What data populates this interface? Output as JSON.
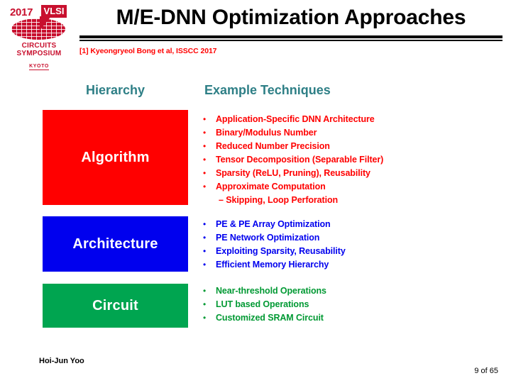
{
  "logo": {
    "year": "2017",
    "badge": "VLSI",
    "line1": "CIRCUITS",
    "line2": "SYMPOSIUM",
    "city": "KYOTO",
    "color": "#c8102e"
  },
  "header": {
    "title": "M/E-DNN Optimization Approaches",
    "citation": "[1] Kyeongryeol Bong et al, ISSCC 2017",
    "citation_color": "#ff0000"
  },
  "columns": {
    "hierarchy_label": "Hierarchy",
    "techniques_label": "Example Techniques",
    "header_color": "#2E7F86"
  },
  "levels": [
    {
      "name": "Algorithm",
      "color": "#FF0000",
      "text_color": "#FF0000",
      "bullets": [
        {
          "text": "Application-Specific DNN Architecture",
          "marker": "•",
          "sub": false
        },
        {
          "text": "Binary/Modulus Number",
          "marker": "•",
          "sub": false
        },
        {
          "text": "Reduced Number Precision",
          "marker": "•",
          "sub": false
        },
        {
          "text": "Tensor Decomposition (Separable Filter)",
          "marker": "•",
          "sub": false
        },
        {
          "text": "Sparsity (ReLU, Pruning), Reusability",
          "marker": "•",
          "sub": false
        },
        {
          "text": "Approximate Computation",
          "marker": "•",
          "sub": false
        },
        {
          "text": "– Skipping, Loop Perforation",
          "marker": "",
          "sub": true
        }
      ]
    },
    {
      "name": "Architecture",
      "color": "#0000EE",
      "text_color": "#0000EE",
      "bullets": [
        {
          "text": "PE & PE Array Optimization",
          "marker": "•",
          "sub": false
        },
        {
          "text": "PE Network Optimization",
          "marker": "•",
          "sub": false
        },
        {
          "text": "Exploiting Sparsity, Reusability",
          "marker": "•",
          "sub": false
        },
        {
          "text": "Efficient Memory Hierarchy",
          "marker": "•",
          "sub": false
        }
      ]
    },
    {
      "name": "Circuit",
      "color": "#00A550",
      "text_color": "#009933",
      "bullets": [
        {
          "text": "Near-threshold Operations",
          "marker": "•",
          "sub": false
        },
        {
          "text": "LUT based Operations",
          "marker": "•",
          "sub": false
        },
        {
          "text": "Customized SRAM Circuit",
          "marker": "•",
          "sub": false
        }
      ]
    }
  ],
  "footer": {
    "author": "Hoi-Jun Yoo",
    "page": "9 of 65"
  }
}
